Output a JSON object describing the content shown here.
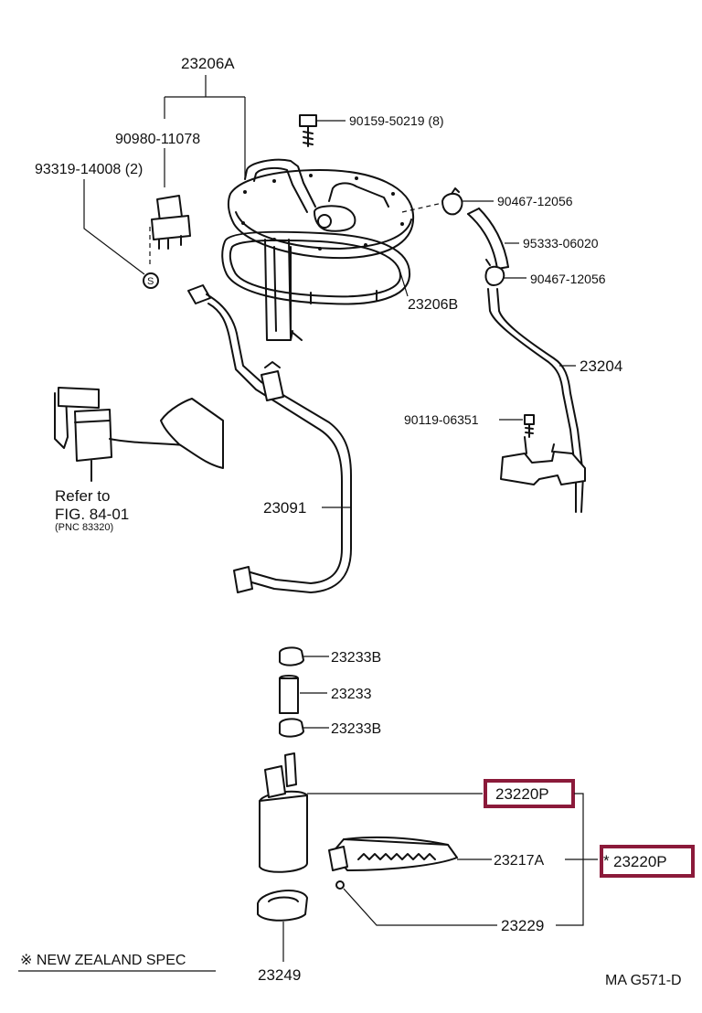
{
  "diagram": {
    "parts": {
      "p23206A": "23206A",
      "p90980_11078": "90980-11078",
      "p93319_14008": "93319-14008 (2)",
      "p90159_50219": "90159-50219 (8)",
      "p90467_12056_a": "90467-12056",
      "p95333_06020": "95333-06020",
      "p90467_12056_b": "90467-12056",
      "p23206B": "23206B",
      "p23204": "23204",
      "p90119_06351": "90119-06351",
      "p23091": "23091",
      "p23233B_a": "23233B",
      "p23233": "23233",
      "p23233B_b": "23233B",
      "p23220P_a": "23220P",
      "p23217A": "23217A",
      "p23220P_b": "23220P",
      "p23229": "23229",
      "p23249": "23249"
    },
    "refer_line1": "Refer to",
    "refer_line2": "FIG. 84-01",
    "refer_line3": "(PNC 83320)",
    "s_symbol": "S",
    "asterisk": "*",
    "footnote": "※ NEW ZEALAND SPEC",
    "figure_code": "MA G571-D"
  },
  "colors": {
    "line": "#111111",
    "highlight": "#8b1a3a",
    "background": "#ffffff"
  }
}
